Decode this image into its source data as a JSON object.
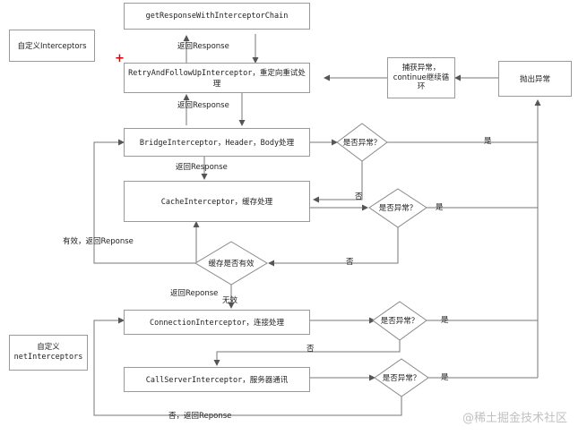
{
  "nodes": {
    "get_chain": "getResponseWithInterceptorChain",
    "custom_interceptors": "自定义Interceptors",
    "retry": "RetryAndFollowUpInterceptor，重定向重试处理",
    "capture": "捕获异常，continue继续循环",
    "throw": "抛出异常",
    "bridge": "BridgeInterceptor，Header，Body处理",
    "cache": "CacheInterceptor，缓存处理",
    "cache_valid": "缓存是否有效",
    "connection": "ConnectionInterceptor，连接处理",
    "custom_net_line1": "自定义",
    "custom_net_line2": "netInterceptors",
    "callserver": "CallServerInterceptor，服务器通讯"
  },
  "decisions": {
    "is_error": "是否异常？"
  },
  "labels": {
    "return_response": "返回Response",
    "return_reponse": "返回Reponse",
    "yes": "是",
    "no": "否",
    "invalid": "无效",
    "valid_return": "有效，返回Reponse",
    "no_return": "否，返回Reponse",
    "plus": "+"
  },
  "watermark": "@稀土掘金技术社区"
}
